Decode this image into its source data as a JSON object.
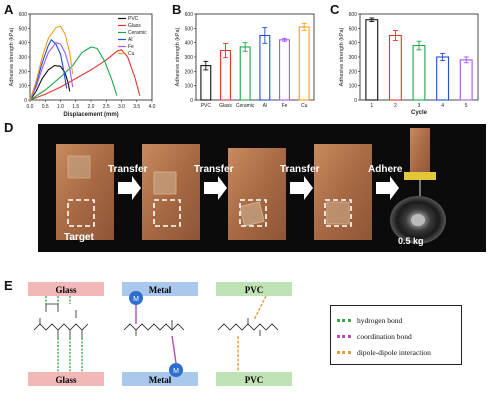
{
  "panels": {
    "a": "A",
    "b": "B",
    "c": "C",
    "d": "D",
    "e": "E"
  },
  "chart_data": [
    {
      "type": "line",
      "panel": "A",
      "xlabel": "Displacement (mm)",
      "ylabel": "Adhesive strength (kPa)",
      "xlim": [
        0,
        4.0
      ],
      "ylim": [
        0,
        600
      ],
      "xticks": [
        "0.0",
        "0.5",
        "1.0",
        "1.5",
        "2.0",
        "2.5",
        "3.0",
        "3.5",
        "4.0"
      ],
      "yticks": [
        "0",
        "100",
        "200",
        "300",
        "400",
        "500",
        "600"
      ],
      "legend_position": "top-right",
      "series": [
        {
          "name": "PVC",
          "color": "#111111",
          "points": [
            [
              0,
              0
            ],
            [
              0.2,
              60
            ],
            [
              0.4,
              150
            ],
            [
              0.6,
              210
            ],
            [
              0.8,
              240
            ],
            [
              1.0,
              235
            ],
            [
              1.15,
              190
            ],
            [
              1.25,
              120
            ],
            [
              1.3,
              60
            ]
          ]
        },
        {
          "name": "Glass",
          "color": "#e3342f",
          "points": [
            [
              0,
              0
            ],
            [
              0.5,
              40
            ],
            [
              1.0,
              90
            ],
            [
              1.5,
              150
            ],
            [
              2.0,
              210
            ],
            [
              2.5,
              280
            ],
            [
              2.85,
              340
            ],
            [
              3.0,
              350
            ],
            [
              3.2,
              300
            ],
            [
              3.45,
              150
            ],
            [
              3.6,
              30
            ]
          ]
        },
        {
          "name": "Ceramic",
          "color": "#22a84a",
          "points": [
            [
              0,
              0
            ],
            [
              0.5,
              70
            ],
            [
              1.0,
              160
            ],
            [
              1.4,
              240
            ],
            [
              1.7,
              330
            ],
            [
              2.0,
              370
            ],
            [
              2.2,
              360
            ],
            [
              2.45,
              270
            ],
            [
              2.7,
              130
            ],
            [
              2.85,
              30
            ]
          ]
        },
        {
          "name": "Al",
          "color": "#1f4fd8",
          "points": [
            [
              0,
              0
            ],
            [
              0.2,
              110
            ],
            [
              0.4,
              260
            ],
            [
              0.6,
              380
            ],
            [
              0.7,
              420
            ],
            [
              0.85,
              390
            ],
            [
              1.0,
              320
            ],
            [
              1.1,
              210
            ],
            [
              1.2,
              80
            ]
          ]
        },
        {
          "name": "Fe",
          "color": "#a855f7",
          "points": [
            [
              0,
              0
            ],
            [
              0.2,
              90
            ],
            [
              0.4,
              220
            ],
            [
              0.6,
              330
            ],
            [
              0.85,
              400
            ],
            [
              1.0,
              390
            ],
            [
              1.15,
              330
            ],
            [
              1.3,
              220
            ],
            [
              1.4,
              90
            ]
          ]
        },
        {
          "name": "Cu",
          "color": "#f0a020",
          "points": [
            [
              0,
              0
            ],
            [
              0.2,
              130
            ],
            [
              0.4,
              300
            ],
            [
              0.6,
              430
            ],
            [
              0.85,
              505
            ],
            [
              1.0,
              515
            ],
            [
              1.15,
              460
            ],
            [
              1.3,
              330
            ],
            [
              1.4,
              180
            ]
          ]
        }
      ]
    },
    {
      "type": "bar",
      "panel": "B",
      "ylabel": "Adhesive strength (kPa)",
      "ylim": [
        0,
        600
      ],
      "yticks": [
        "0",
        "100",
        "200",
        "300",
        "400",
        "500",
        "600"
      ],
      "categories": [
        "PVC",
        "Glass",
        "Ceramic",
        "Al",
        "Fe",
        "Cu"
      ],
      "values": [
        240,
        345,
        370,
        450,
        420,
        510
      ],
      "errors": [
        30,
        50,
        30,
        55,
        10,
        25
      ],
      "colors": [
        "#111111",
        "#e3342f",
        "#22a84a",
        "#1f4fd8",
        "#a855f7",
        "#f0a020"
      ]
    },
    {
      "type": "bar",
      "panel": "C",
      "xlabel": "Cycle",
      "ylabel": "Adhesive strength (kPa)",
      "ylim": [
        0,
        600
      ],
      "yticks": [
        "0",
        "100",
        "200",
        "300",
        "400",
        "500",
        "600"
      ],
      "categories": [
        "1",
        "2",
        "3",
        "4",
        "5"
      ],
      "values": [
        560,
        450,
        380,
        300,
        280
      ],
      "errors": [
        12,
        35,
        30,
        25,
        20
      ],
      "colors": [
        "#111111",
        "#e3342f",
        "#22a84a",
        "#1f4fd8",
        "#a855f7"
      ]
    }
  ],
  "photo": {
    "labels": {
      "target": "Target",
      "weight": "0.5 kg"
    },
    "arrows": [
      "Transfer",
      "Transfer",
      "Transfer",
      "Adhere"
    ]
  },
  "schematic": {
    "substrates": {
      "glass_top": "Glass",
      "metal_top": "Metal",
      "pvc_top": "PVC",
      "glass_bottom": "Glass",
      "metal_bottom": "Metal",
      "pvc_bottom": "PVC"
    },
    "ions": {
      "top": "M",
      "bottom": "M"
    },
    "colors": {
      "glass": "#f2b8b8",
      "metal": "#a9c8ec",
      "pvc": "#bfe3b5",
      "hydrogen": "#3aa84a",
      "coordination": "#b84db8",
      "dipole": "#e0a040"
    },
    "legend": [
      {
        "label": "hydrogen bond",
        "color": "#3aa84a"
      },
      {
        "label": "coordination bond",
        "color": "#b84db8"
      },
      {
        "label": "dipole-dipole interaction",
        "color": "#e0a040"
      }
    ]
  }
}
